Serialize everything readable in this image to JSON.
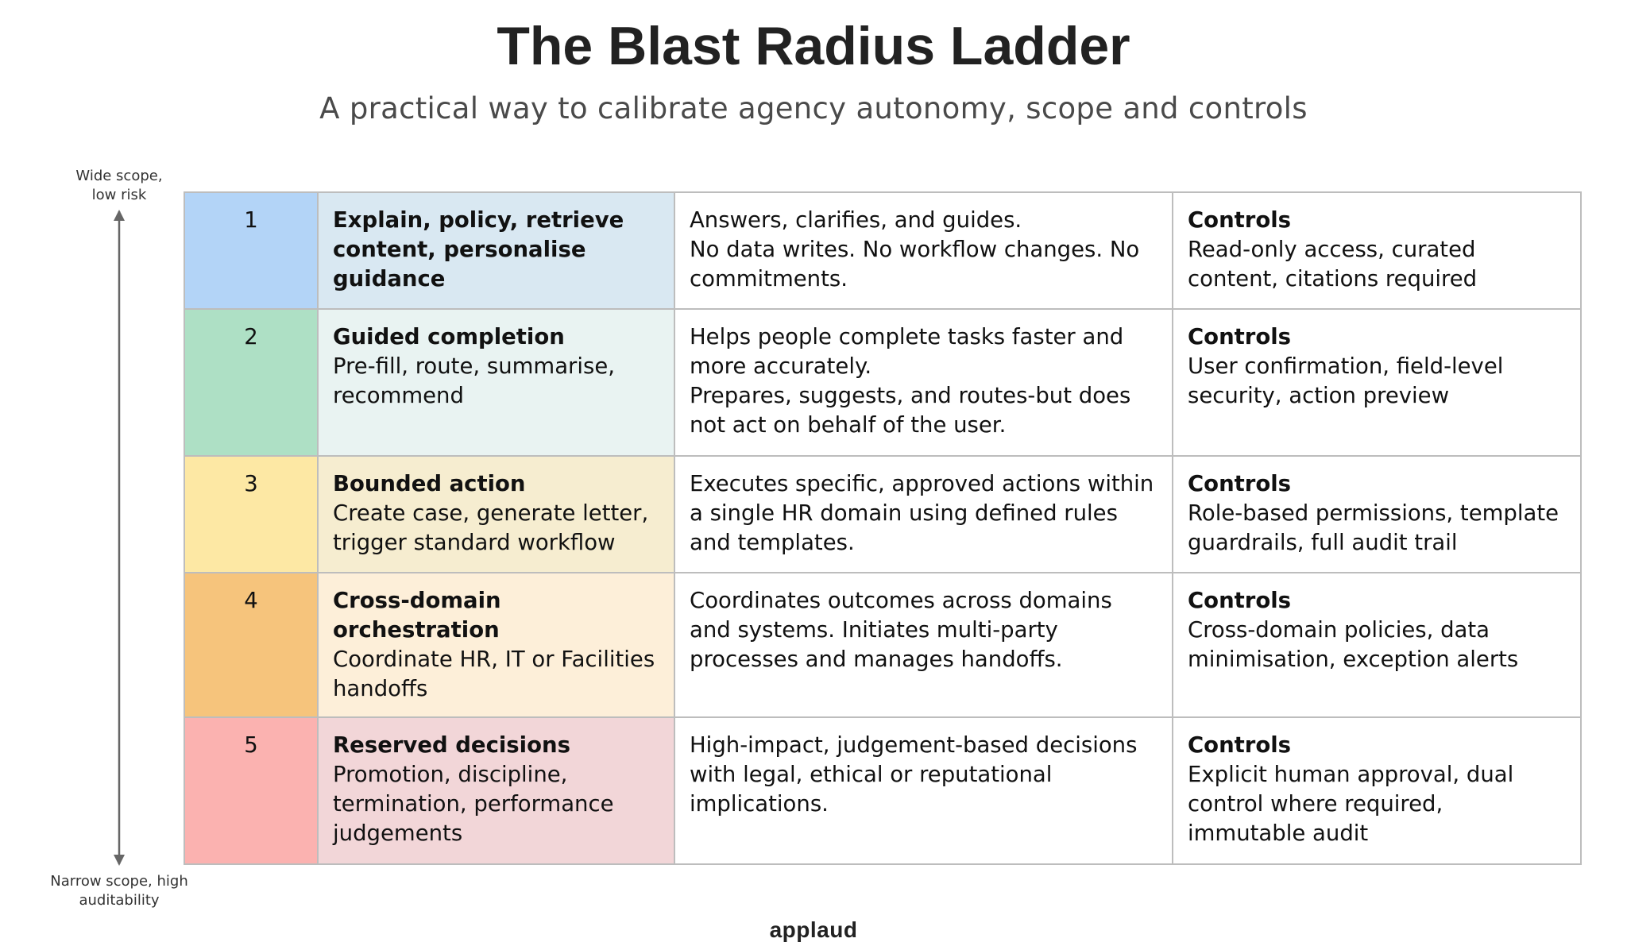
{
  "title": "The Blast Radius Ladder",
  "subtitle": "A practical way to calibrate agency autonomy, scope and controls",
  "axis": {
    "top_line1": "Wide scope,",
    "top_line2": "low risk",
    "bottom_line1": "Narrow scope, high",
    "bottom_line2": "auditability"
  },
  "rows": [
    {
      "number": "1",
      "color": "#b3d4f7",
      "tint": "#d9e8f2",
      "heading": "Explain, policy, retrieve content, personalise guidance",
      "detail": "",
      "description_lines": [
        "Answers, clarifies, and guides.",
        "No data writes. No workflow changes. No commitments."
      ],
      "controls_label": "Controls",
      "controls": "Read-only access, curated content, citations required"
    },
    {
      "number": "2",
      "color": "#aee0c5",
      "tint": "#e9f3f2",
      "heading": "Guided completion",
      "detail": "Pre-fill, route, summarise, recommend",
      "description_lines": [
        "Helps people complete tasks faster and more accurately.",
        "Prepares, suggests, and routes-but does not act on behalf of the user."
      ],
      "controls_label": "Controls",
      "controls": "User confirmation, field-level security, action preview"
    },
    {
      "number": "3",
      "color": "#fde8a4",
      "tint": "#f6edd0",
      "heading": "Bounded action",
      "detail": "Create case, generate letter, trigger standard workflow",
      "description_lines": [
        "Executes specific, approved actions within a single HR domain using defined rules and templates."
      ],
      "controls_label": "Controls",
      "controls": "Role-based permissions, template guardrails, full audit trail"
    },
    {
      "number": "4",
      "color": "#f6c47c",
      "tint": "#fdefd9",
      "heading": "Cross-domain orchestration",
      "detail": "Coordinate HR, IT or Facilities handoffs",
      "description_lines": [
        "Coordinates outcomes across domains and systems. Initiates multi-party processes and manages handoffs."
      ],
      "controls_label": "Controls",
      "controls": "Cross-domain policies, data minimisation, exception alerts"
    },
    {
      "number": "5",
      "color": "#fbb2b0",
      "tint": "#f2d6d8",
      "heading": "Reserved decisions",
      "detail": "Promotion, discipline, termination, performance judgements",
      "description_lines": [
        "High-impact, judgement-based decisions with legal, ethical or reputational implications."
      ],
      "controls_label": "Controls",
      "controls": "Explicit human approval, dual control where required, immutable audit"
    }
  ],
  "logo": "applaud"
}
